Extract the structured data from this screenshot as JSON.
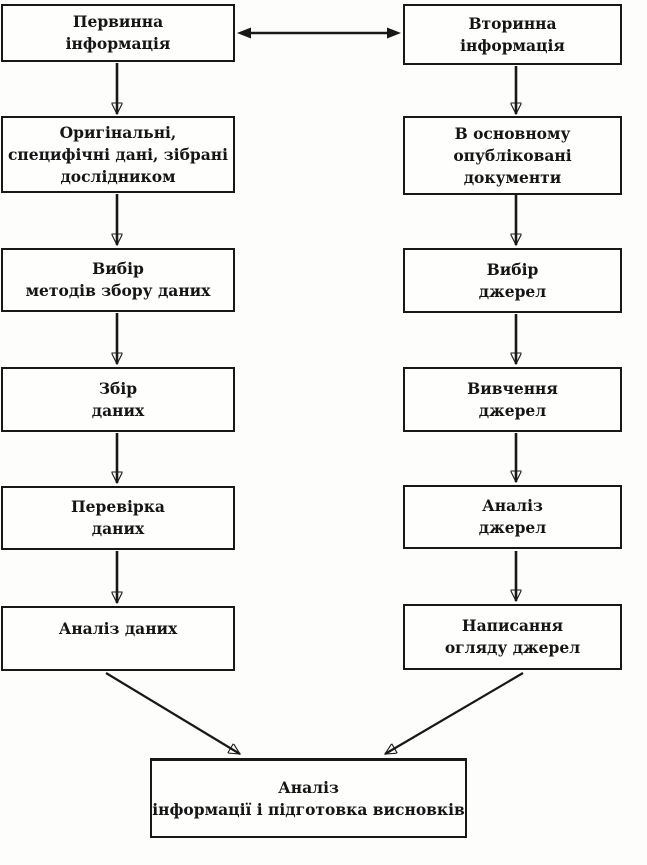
{
  "colors": {
    "background": "#fdfdfb",
    "ink": "#181818"
  },
  "flowchart": {
    "left_branch": {
      "boxes": [
        {
          "name": "primary-information",
          "lines": [
            "Первинна",
            "інформація"
          ]
        },
        {
          "name": "original-specific-data",
          "lines": [
            "Оригінальні,",
            "специфічні дані, зібрані",
            "дослідником"
          ]
        },
        {
          "name": "choice-of-collection-methods",
          "lines": [
            "Вибір",
            "методів збору даних"
          ]
        },
        {
          "name": "data-collection",
          "lines": [
            "Збір",
            "даних"
          ]
        },
        {
          "name": "data-verification",
          "lines": [
            "Перевірка",
            "даних"
          ]
        },
        {
          "name": "data-analysis",
          "lines": [
            "Аналіз даних"
          ]
        }
      ]
    },
    "right_branch": {
      "boxes": [
        {
          "name": "secondary-information",
          "lines": [
            "Вторинна",
            "інформація"
          ]
        },
        {
          "name": "mostly-published-documents",
          "lines": [
            "В основному",
            "опубліковані",
            "документи"
          ]
        },
        {
          "name": "source-selection",
          "lines": [
            "Вибір",
            "джерел"
          ]
        },
        {
          "name": "source-study",
          "lines": [
            "Вивчення",
            "джерел"
          ]
        },
        {
          "name": "source-analysis",
          "lines": [
            "Аналіз",
            "джерел"
          ]
        },
        {
          "name": "writing-source-review",
          "lines": [
            "Написання",
            "огляду джерел"
          ]
        }
      ]
    },
    "final_box": {
      "name": "information-analysis-and-conclusions",
      "lines": [
        "Аналіз",
        "інформації і підготовка висновків"
      ]
    }
  }
}
